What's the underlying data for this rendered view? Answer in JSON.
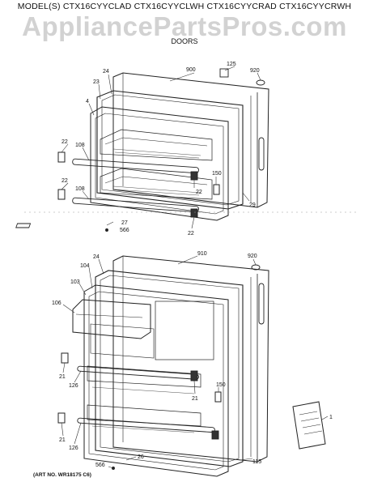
{
  "header": {
    "models": "MODEL(S) CTX16CYYCLAD  CTX16CYYCLWH  CTX16CYYCRAD  CTX16CYYCRWH",
    "watermark": "AppliancePartsPros.com",
    "section": "DOORS",
    "art_no": "(ART NO. WR18175 C6)"
  },
  "callouts": {
    "c900": "900",
    "c125": "125",
    "c920a": "920",
    "c24a": "24",
    "c23": "23",
    "c4": "4",
    "c22a": "22",
    "c108a": "108",
    "c22b": "22",
    "c108b": "108",
    "c150a": "150",
    "c22c": "22",
    "c29": "29",
    "c27": "27",
    "c566a": "566",
    "c22d": "22",
    "c910": "910",
    "c920b": "920",
    "c24b": "24",
    "c104": "104",
    "c103": "103",
    "c106": "106",
    "c21a": "21",
    "c126a": "126",
    "c21b": "21",
    "c150b": "150",
    "c1": "1",
    "c21c": "21",
    "c126b": "126",
    "c26": "26",
    "c566b": "566",
    "c115": "115"
  }
}
